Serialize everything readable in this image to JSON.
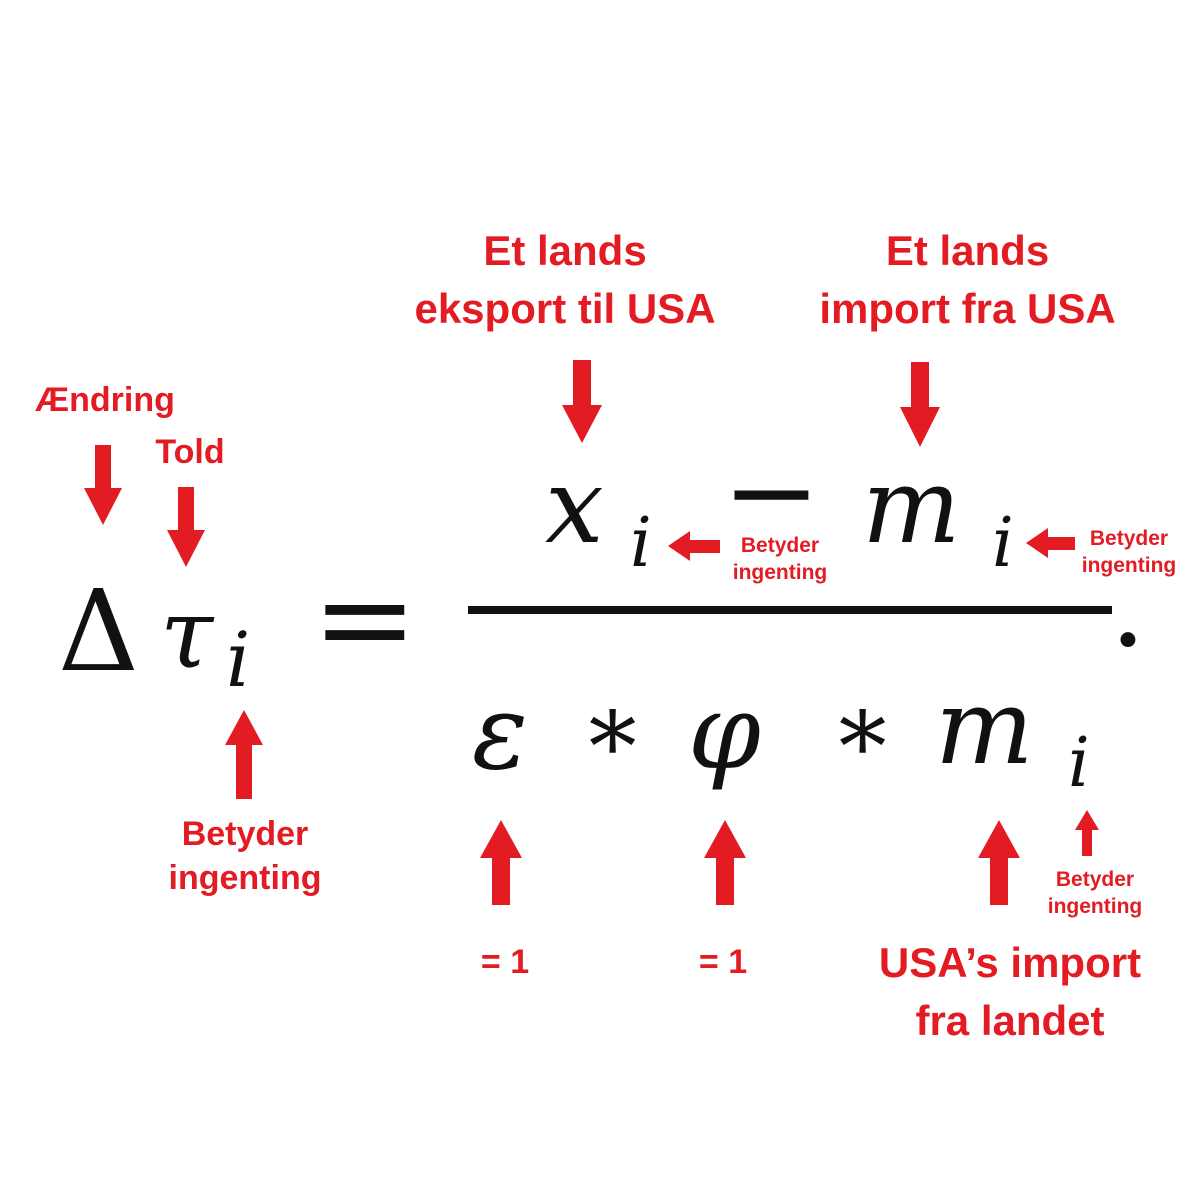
{
  "formula": {
    "delta": "Δ",
    "tau": "τ",
    "sub_i": "i",
    "equals": "=",
    "x": "x",
    "minus": "−",
    "m": "m",
    "epsilon": "ε",
    "star": "∗",
    "phi": "φ",
    "period": "."
  },
  "labels": {
    "aendring": "Ændring",
    "told": "Told",
    "tau_sub_note": "Betyder\ningenting",
    "export_note": "Et lands\neksport til USA",
    "import_note": "Et lands\nimport fra USA",
    "x_sub_note": "Betyder\ningenting",
    "m_sub_note": "Betyder\ningenting",
    "epsilon_value": "= 1",
    "phi_value": "= 1",
    "usa_import_note": "USA’s import\nfra landet",
    "denom_sub_note": "Betyder\ningenting"
  },
  "colors": {
    "annotation": "#e31b23",
    "formula": "#111111"
  }
}
